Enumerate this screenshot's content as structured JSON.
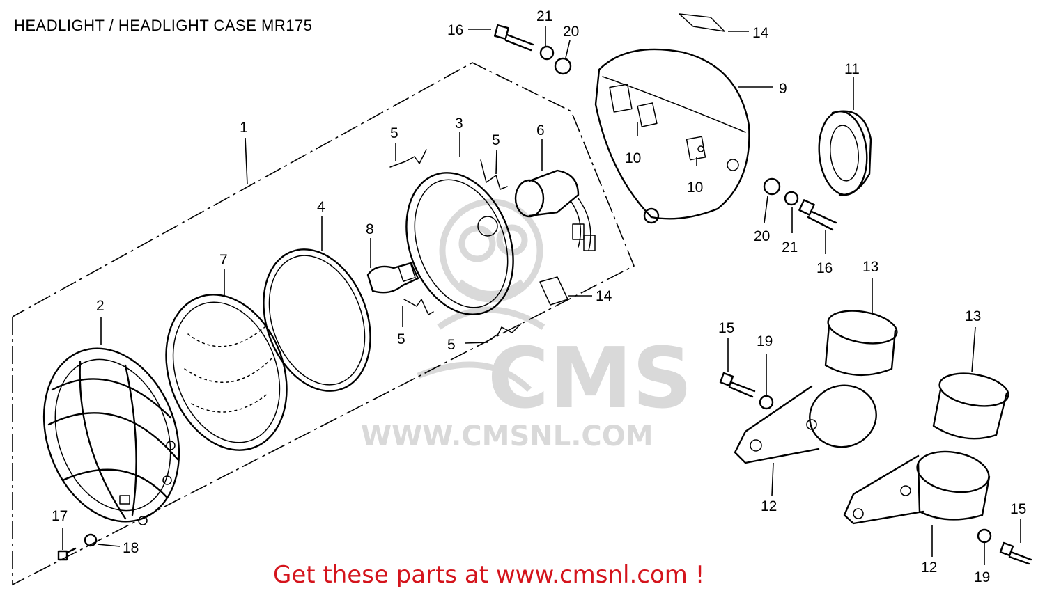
{
  "title": "HEADLIGHT / HEADLIGHT CASE MR175",
  "footer": "Get these parts at www.cmsnl.com !",
  "watermark": {
    "logo_text": "CMS",
    "url_text": "WWW.CMSNL.COM"
  },
  "colors": {
    "footer": "#d4141c",
    "ink": "#000000",
    "watermark": "#d9d9d9",
    "background": "#ffffff"
  },
  "callouts": [
    {
      "id": "c-16a",
      "label": "16"
    },
    {
      "id": "c-21a",
      "label": "21"
    },
    {
      "id": "c-20a",
      "label": "20"
    },
    {
      "id": "c-14a",
      "label": "14"
    },
    {
      "id": "c-9",
      "label": "9"
    },
    {
      "id": "c-11",
      "label": "11"
    },
    {
      "id": "c-1",
      "label": "1"
    },
    {
      "id": "c-5a",
      "label": "5"
    },
    {
      "id": "c-3",
      "label": "3"
    },
    {
      "id": "c-5b",
      "label": "5"
    },
    {
      "id": "c-6",
      "label": "6"
    },
    {
      "id": "c-10a",
      "label": "10"
    },
    {
      "id": "c-10b",
      "label": "10"
    },
    {
      "id": "c-4",
      "label": "4"
    },
    {
      "id": "c-8",
      "label": "8"
    },
    {
      "id": "c-7",
      "label": "7"
    },
    {
      "id": "c-20b",
      "label": "20"
    },
    {
      "id": "c-21b",
      "label": "21"
    },
    {
      "id": "c-16b",
      "label": "16"
    },
    {
      "id": "c-13a",
      "label": "13"
    },
    {
      "id": "c-13b",
      "label": "13"
    },
    {
      "id": "c-14b",
      "label": "14"
    },
    {
      "id": "c-2",
      "label": "2"
    },
    {
      "id": "c-5c",
      "label": "5"
    },
    {
      "id": "c-5d",
      "label": "5"
    },
    {
      "id": "c-15a",
      "label": "15"
    },
    {
      "id": "c-19a",
      "label": "19"
    },
    {
      "id": "c-12a",
      "label": "12"
    },
    {
      "id": "c-17",
      "label": "17"
    },
    {
      "id": "c-18",
      "label": "18"
    },
    {
      "id": "c-15b",
      "label": "15"
    },
    {
      "id": "c-12b",
      "label": "12"
    },
    {
      "id": "c-19b",
      "label": "19"
    }
  ]
}
